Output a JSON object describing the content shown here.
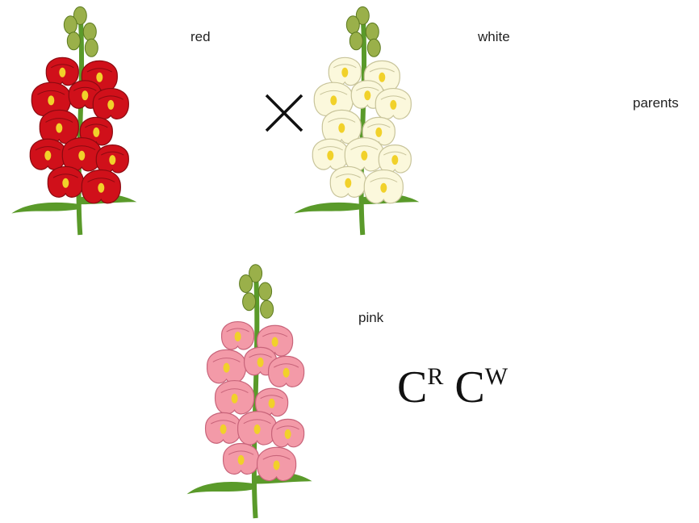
{
  "labels": {
    "red": "red",
    "white": "white",
    "parents": "parents",
    "pink": "pink"
  },
  "genotype": {
    "allele1_base": "C",
    "allele1_sup": "R",
    "allele2_base": "C",
    "allele2_sup": "W"
  },
  "colors": {
    "red_petal": "#d0101a",
    "red_petal_dark": "#8a0a10",
    "white_petal": "#fbf8dc",
    "white_petal_edge": "#c8c49a",
    "pink_petal": "#f39aa8",
    "pink_petal_edge": "#c8647a",
    "stem": "#5a9a2a",
    "yellow_center": "#f1d12a",
    "bud": "#9ab04a"
  }
}
